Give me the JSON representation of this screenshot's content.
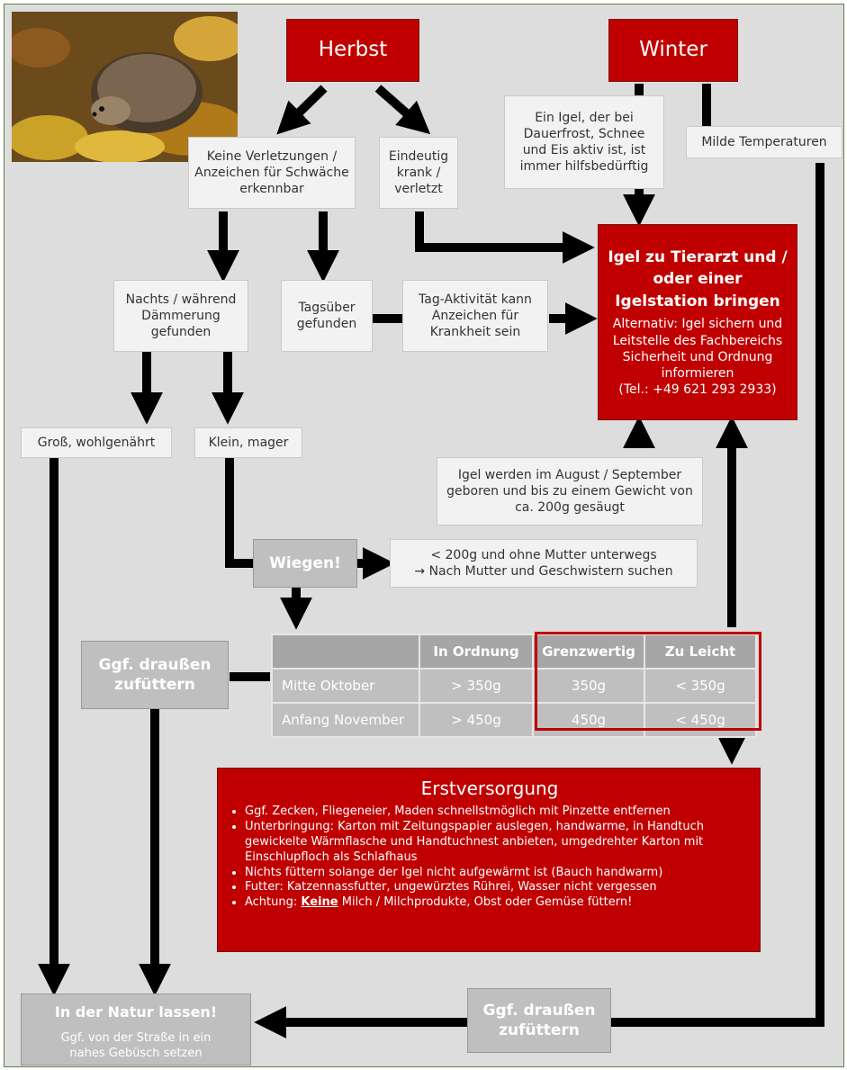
{
  "top": {
    "herbst": "Herbst",
    "winter": "Winter"
  },
  "boxes": {
    "keine_verletzungen": "Keine Verletzungen / Anzeichen für Schwäche erkennbar",
    "eindeutig_krank": "Eindeutig krank / verletzt",
    "winter_aktiv": "Ein Igel, der bei Dauerfrost, Schnee und Eis aktiv ist, ist immer hilfsbedürftig",
    "milde": "Milde Temperaturen",
    "nachts": "Nachts / während Dämmerung gefunden",
    "tagsueber": "Tagsüber gefunden",
    "tag_aktivitaet": "Tag-Aktivität kann Anzeichen für Krankheit sein",
    "gross": "Groß, wohlgenährt",
    "klein": "Klein, mager",
    "geboren": "Igel werden im August / September geboren und bis zu einem Gewicht von ca. 200g gesäugt",
    "wiegen": "Wiegen!",
    "mutter_line1": "< 200g und ohne Mutter unterwegs",
    "mutter_line2": "→ Nach Mutter und Geschwistern suchen",
    "zufuettern_left": "Ggf. draußen zufüttern",
    "zufuettern_bottom": "Ggf. draußen zufüttern"
  },
  "tierarzt": {
    "title": "Igel zu Tierarzt und / oder einer Igelstation bringen",
    "text": "Alternativ: Igel sichern und Leitstelle des Fachbereichs Sicherheit und Ordnung informieren",
    "phone": "(Tel.: +49 621 293 2933)"
  },
  "weight_table": {
    "headers": [
      "",
      "In Ordnung",
      "Grenzwertig",
      "Zu Leicht"
    ],
    "rows": [
      [
        "Mitte Oktober",
        "> 350g",
        "350g",
        "< 350g"
      ],
      [
        "Anfang November",
        "> 450g",
        "450g",
        "< 450g"
      ]
    ]
  },
  "erstversorgung": {
    "title": "Erstversorgung",
    "items": [
      "Ggf. Zecken, Fliegeneier, Maden schnellstmöglich mit Pinzette entfernen",
      "Unterbringung: Karton mit Zeitungspapier auslegen, handwarme, in Handtuch gewickelte Wärmflasche und Handtuchnest anbieten, umgedrehter Karton mit Einschlupfloch als Schlafhaus",
      "Nichts füttern solange der Igel nicht aufgewärmt ist (Bauch handwarm)",
      "Futter: Katzennassfutter, ungewürztes Rührei, Wasser nicht vergessen"
    ],
    "last_prefix": "Achtung: ",
    "last_keyword": "Keine",
    "last_rest": " Milch / Milchprodukte, Obst oder Gemüse füttern!"
  },
  "natur": {
    "title": "In der Natur lassen!",
    "sub": "Ggf. von der Straße in ein nahes Gebüsch setzen"
  },
  "colors": {
    "red": "#c00000",
    "gray": "#bfbfbf",
    "light": "#f2f2f2",
    "background": "#dddddd"
  }
}
